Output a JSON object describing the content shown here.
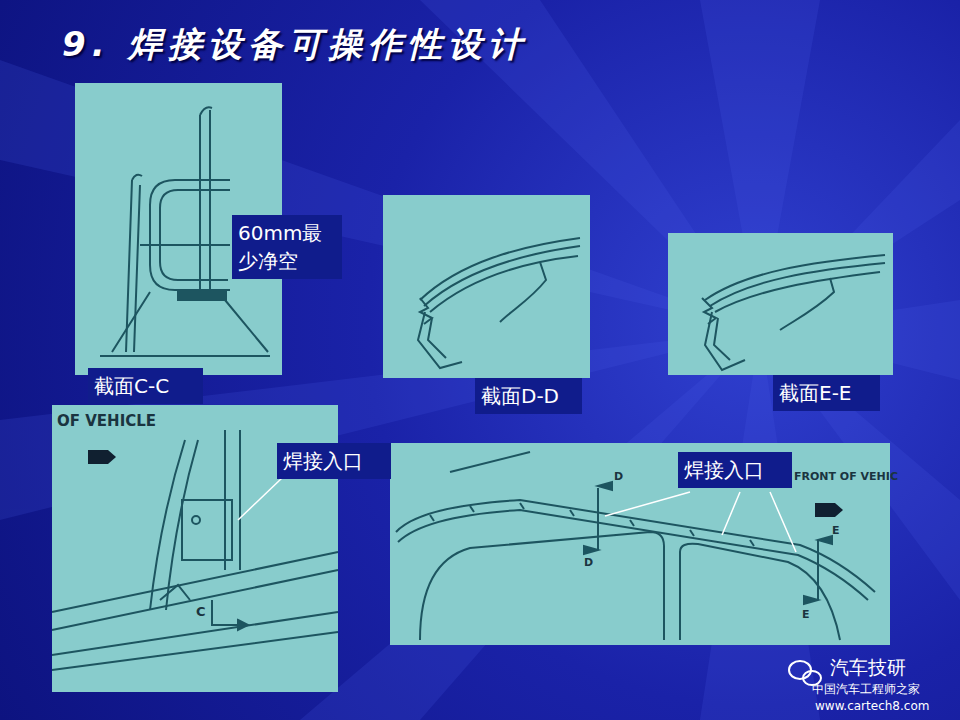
{
  "diagram": {
    "title": "9. 焊接设备可操作性设计",
    "nodes": [
      {
        "text": [
          "60mm最少净空"
        ]
      },
      {
        "text": [
          "截面C-C"
        ]
      },
      {
        "text": [
          "截面D-D"
        ]
      },
      {
        "text": [
          "截面E-E"
        ]
      },
      {
        "text": [
          "焊接入口"
        ]
      },
      {
        "text": [
          "焊接入口"
        ]
      }
    ],
    "labels": [
      "OF VEHICLE",
      "C",
      "D",
      "D",
      "E",
      "E",
      "FRONT OF VEHIC",
      "汽车技研",
      "中国汽车工程师之家",
      "www.cartech8.com"
    ]
  }
}
